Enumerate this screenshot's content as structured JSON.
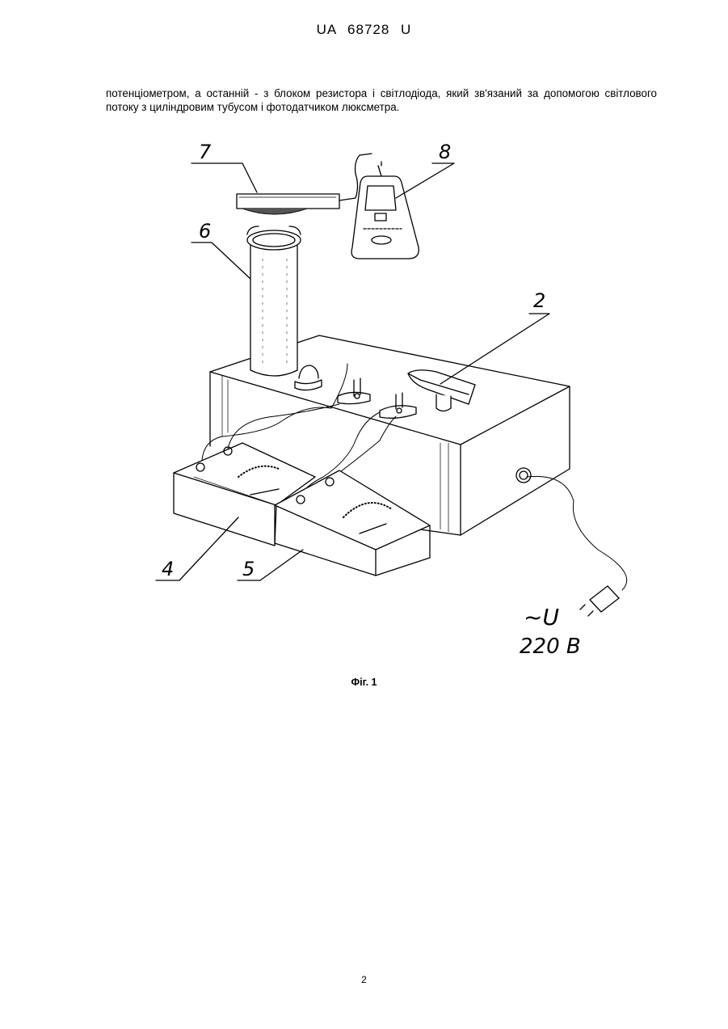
{
  "header": "UA   68728   U",
  "paragraph": "потенціометром, а останній - з блоком резистора і світлодіода, який зв'язаний за допомогою світлового потоку з циліндровим тубусом і фотодатчиком люксметра.",
  "figure": {
    "labels": {
      "l2": "2",
      "l4": "4",
      "l5": "5",
      "l6": "6",
      "l7": "7",
      "l8": "8"
    },
    "voltage_symbol": "~U",
    "voltage_value": "220 B"
  },
  "caption": "Фіг. 1",
  "page_number": "2"
}
